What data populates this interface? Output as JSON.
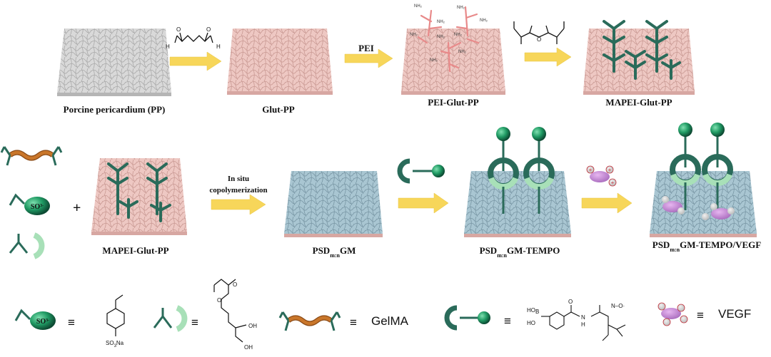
{
  "labels": {
    "pp": "Porcine pericardium (PP)",
    "glut_pp": "Glut-PP",
    "pei_glut_pp": "PEI-Glut-PP",
    "mapei_glut_pp_top": "MAPEI-Glut-PP",
    "mapei_glut_pp_mid": "MAPEI-Glut-PP",
    "psd_prefix": "PSD",
    "psd_sub": "m:n",
    "psd_gm_suffix": "GM",
    "psd_tempo_suffix": "GM-TEMPO",
    "psd_vegf_suffix": "GM-TEMPO/VEGF"
  },
  "arrows": {
    "pei": "PEI",
    "insitu_line1": "In situ",
    "insitu_line2": "copolymerization"
  },
  "symbols": {
    "so3": "SO",
    "so3_sup": "3-",
    "plus": "+",
    "equiv": "≡",
    "nh2": "NH",
    "nh2_sub": "2"
  },
  "legend": {
    "gelma": "GelMA",
    "vegf": "VEGF",
    "na_sulfonate": "SO",
    "na_sulfonate_sub": "3",
    "na_sulfonate_tail": "Na",
    "oh1": "OH",
    "oh2": "OH",
    "boron": "B",
    "ho1": "HO",
    "ho2": "HO",
    "nh": "H",
    "n_atom": "N",
    "n_oxide": "N–O·",
    "o_atom": "O",
    "o_atom2": "O"
  },
  "colors": {
    "fiber_gray": "#c9c9c9",
    "fiber_pink": "#e8b9b4",
    "fiber_blue": "#8fb2c2",
    "arrow_yellow": "#f7d65a",
    "green_dark": "#2a6b5a",
    "green_light": "#a8e0b8",
    "gelma_orange": "#c9762a",
    "pei_pink": "#e88a8a",
    "vegf_purple": "#c98bd8",
    "vegf_red": "#c0303a"
  }
}
